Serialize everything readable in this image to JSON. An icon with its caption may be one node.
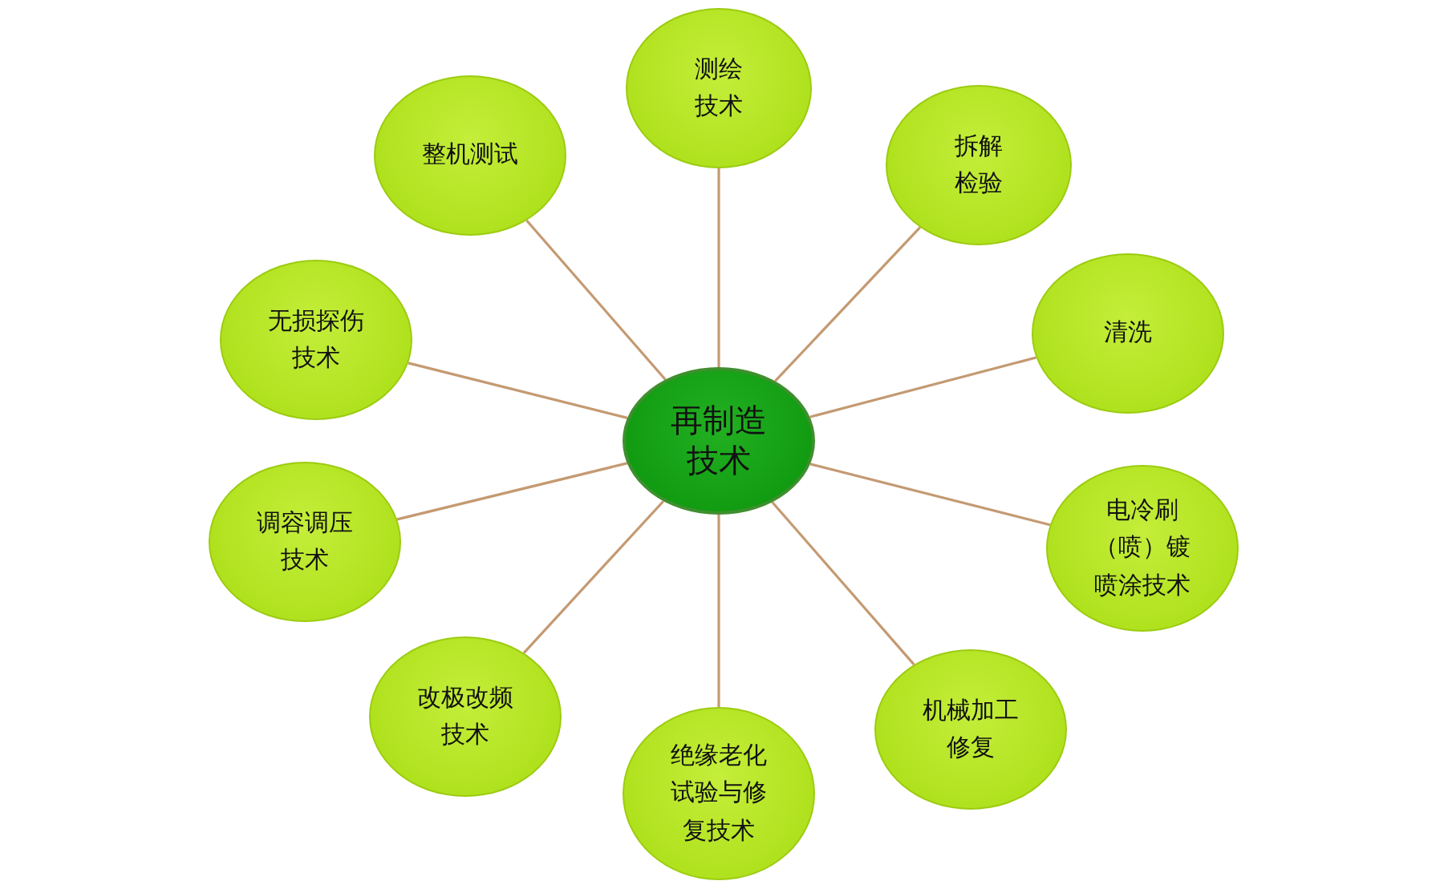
{
  "diagram": {
    "nodes": [
      {
        "text": [
          "再制造技术"
        ]
      },
      {
        "text": [
          "测绘技术"
        ]
      },
      {
        "text": [
          "拆解检验"
        ]
      },
      {
        "text": [
          "清洗"
        ]
      },
      {
        "text": [
          "电冷刷（喷）镀喷涂技术"
        ]
      },
      {
        "text": [
          "机械加工修复"
        ]
      },
      {
        "text": [
          "绝缘老化试验与修复技术"
        ]
      },
      {
        "text": [
          "改极改频技术"
        ]
      },
      {
        "text": [
          "调容调压技术"
        ]
      },
      {
        "text": [
          "无损探伤技术"
        ]
      },
      {
        "text": [
          "整机测试"
        ]
      }
    ],
    "edges": [
      {
        "from": 0,
        "to": 1,
        "arrow": "none"
      },
      {
        "from": 0,
        "to": 2,
        "arrow": "none"
      },
      {
        "from": 0,
        "to": 3,
        "arrow": "none"
      },
      {
        "from": 0,
        "to": 4,
        "arrow": "none"
      },
      {
        "from": 0,
        "to": 5,
        "arrow": "none"
      },
      {
        "from": 0,
        "to": 6,
        "arrow": "none"
      },
      {
        "from": 0,
        "to": 7,
        "arrow": "none"
      },
      {
        "from": 0,
        "to": 8,
        "arrow": "none"
      },
      {
        "from": 0,
        "to": 9,
        "arrow": "none"
      },
      {
        "from": 0,
        "to": 10,
        "arrow": "none"
      }
    ]
  }
}
